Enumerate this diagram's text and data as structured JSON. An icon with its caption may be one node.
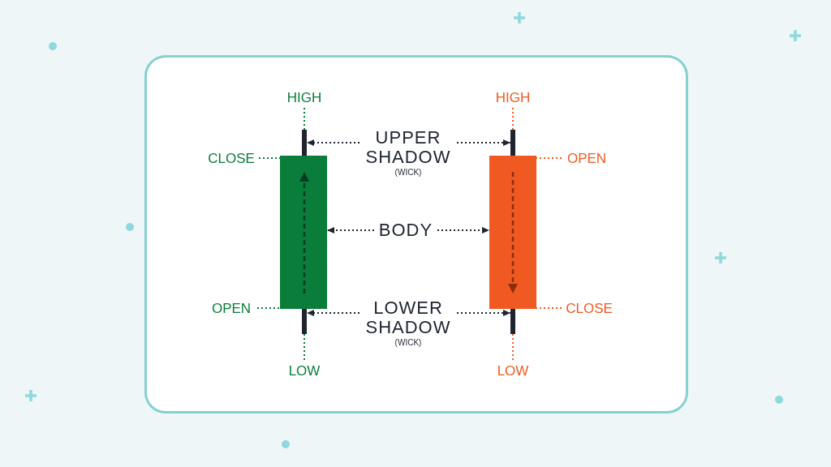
{
  "diagram": {
    "nodes": [
      {
        "text": [
          "HIGH"
        ]
      },
      {
        "text": [
          "HIGH"
        ]
      },
      {
        "text": [
          "CLOSE"
        ]
      },
      {
        "text": [],
        "shape": "bar"
      },
      {
        "text": [
          "UPPER SHADOW",
          "(WICK)"
        ]
      },
      {
        "text": [],
        "shape": "bar"
      },
      {
        "text": [
          "OPEN"
        ]
      },
      {
        "text": [],
        "shape": "bar"
      },
      {
        "text": [
          "BODY"
        ]
      },
      {
        "text": [],
        "shape": "bar"
      },
      {
        "text": [
          "OPEN"
        ]
      },
      {
        "text": [],
        "shape": "bar"
      },
      {
        "text": [
          "LOWER SHADOW",
          "(WICK)"
        ]
      },
      {
        "text": [],
        "shape": "bar"
      },
      {
        "text": [
          "CLOSE"
        ]
      },
      {
        "text": [
          "LOW"
        ]
      },
      {
        "text": [
          "LOW"
        ]
      }
    ],
    "edges": [
      {
        "from": 0,
        "to": 3,
        "arrow": "none",
        "style": "dashed",
        "color": "#0a7d3a"
      },
      {
        "from": 1,
        "to": 5,
        "arrow": "none",
        "style": "dashed",
        "color": "#f05a22"
      },
      {
        "from": 2,
        "to": 7,
        "arrow": "none",
        "style": "dashed",
        "color": "#0a7d3a"
      },
      {
        "from": 4,
        "to": 3,
        "arrow": "to",
        "style": "dashed"
      },
      {
        "from": 4,
        "to": 5,
        "arrow": "to",
        "style": "dashed"
      },
      {
        "from": 6,
        "to": 9,
        "arrow": "none",
        "style": "dashed",
        "color": "#f05a22"
      },
      {
        "from": 8,
        "to": 7,
        "arrow": "to",
        "style": "dashed"
      },
      {
        "from": 8,
        "to": 9,
        "arrow": "to",
        "style": "dashed"
      },
      {
        "from": 10,
        "to": 7,
        "arrow": "none",
        "style": "dashed",
        "color": "#0a7d3a"
      },
      {
        "from": 12,
        "to": 11,
        "arrow": "to",
        "style": "dashed"
      },
      {
        "from": 12,
        "to": 13,
        "arrow": "to",
        "style": "dashed"
      },
      {
        "from": 14,
        "to": 9,
        "arrow": "none",
        "style": "dashed",
        "color": "#f05a22"
      },
      {
        "from": 15,
        "to": 11,
        "arrow": "none",
        "style": "dashed",
        "color": "#0a7d3a"
      },
      {
        "from": 16,
        "to": 13,
        "arrow": "none",
        "style": "dashed",
        "color": "#f05a22"
      }
    ]
  }
}
